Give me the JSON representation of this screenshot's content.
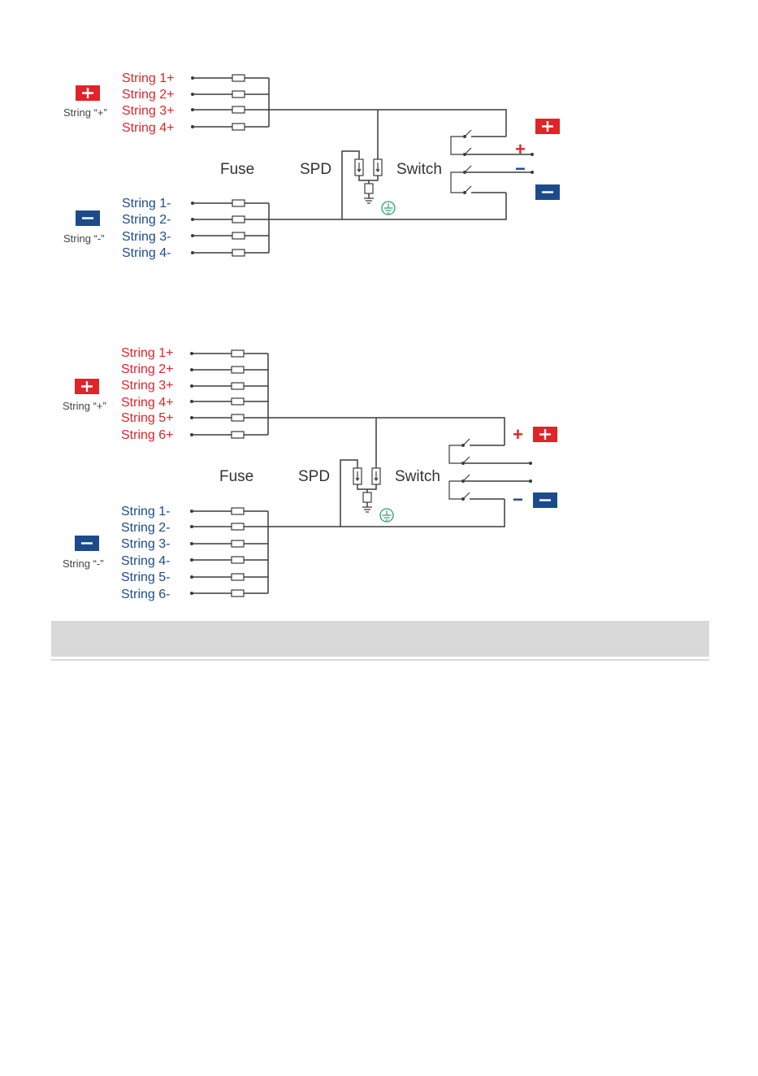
{
  "colors": {
    "positive": "#e0242a",
    "negative": "#1c4b8c",
    "wire": "#3b3b3b",
    "ground": "#2f9e78",
    "bar": "#d9d9d9"
  },
  "icons": [
    "plus-badge-icon",
    "minus-badge-icon",
    "fuse-icon",
    "spd-icon",
    "ground-icon",
    "switch-icon"
  ],
  "diagrams": [
    {
      "positive_strings": [
        "String 1+",
        "String 2+",
        "String 3+",
        "String 4+"
      ],
      "negative_strings": [
        "String 1-",
        "String 2-",
        "String 3-",
        "String 4-"
      ],
      "positive_group_label": "String “+”",
      "negative_group_label": "String “-”",
      "fuse_label": "Fuse",
      "spd_label": "SPD",
      "switch_label": "Switch",
      "output_plus": "+",
      "output_minus": "−"
    },
    {
      "positive_strings": [
        "String 1+",
        "String 2+",
        "String 3+",
        "String 4+",
        "String 5+",
        "String 6+"
      ],
      "negative_strings": [
        "String 1-",
        "String 2-",
        "String 3-",
        "String 4-",
        "String 5-",
        "String 6-"
      ],
      "positive_group_label": "String “+”",
      "negative_group_label": "String “-”",
      "fuse_label": "Fuse",
      "spd_label": "SPD",
      "switch_label": "Switch",
      "output_plus": "+",
      "output_minus": "−"
    }
  ]
}
